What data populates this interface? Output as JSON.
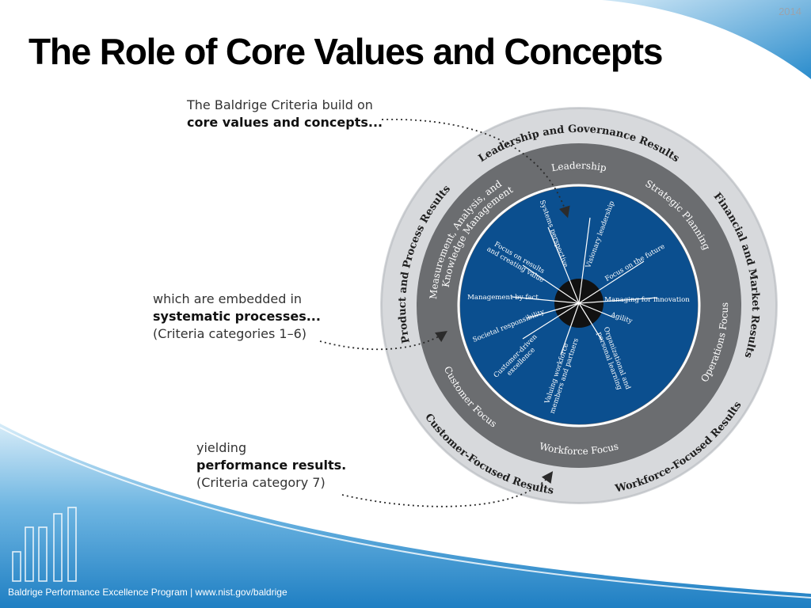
{
  "slide": {
    "title": "The Role of Core Values and Concepts",
    "year": "2014",
    "footer": "Baldrige Performance Excellence Program | www.nist.gov/baldrige"
  },
  "callouts": {
    "top": {
      "line1": "The Baldrige Criteria build on",
      "line2": "core values and concepts..."
    },
    "middle": {
      "line1": "which are embedded in",
      "line2": "systematic processes...",
      "line3": "(Criteria categories 1–6)"
    },
    "bottom": {
      "line1": "yielding",
      "line2": "performance results.",
      "line3": "(Criteria category 7)"
    }
  },
  "diagram": {
    "outer_ring": [
      "Leadership and Governance Results",
      "Financial and Market Results",
      "Workforce-Focused Results",
      "Customer-Focused Results",
      "Product and Process Results"
    ],
    "middle_ring": [
      "Leadership",
      "Strategic Planning",
      "Operations Focus",
      "Workforce Focus",
      "Customer Focus",
      "Measurement, Analysis, and",
      "Knowledge Management"
    ],
    "core_values": [
      [
        "Systems perspective"
      ],
      [
        "Visionary leadership"
      ],
      [
        "Focus on the future"
      ],
      [
        "Managing for innovation"
      ],
      [
        "Agility"
      ],
      [
        "Organizational and",
        "personal learning"
      ],
      [
        "Valuing workforce",
        "members and partners"
      ],
      [
        "Customer-driven",
        "excellence"
      ],
      [
        "Societal responsibility"
      ],
      [
        "Management by fact"
      ],
      [
        "Focus on results",
        "and creating value"
      ]
    ]
  },
  "colors": {
    "outer_ring": "#d7d9dc",
    "middle_ring": "#6b6d70",
    "core": "#0b4f8f",
    "hub": "#111111",
    "accent_blue": "#2f8fd0"
  }
}
